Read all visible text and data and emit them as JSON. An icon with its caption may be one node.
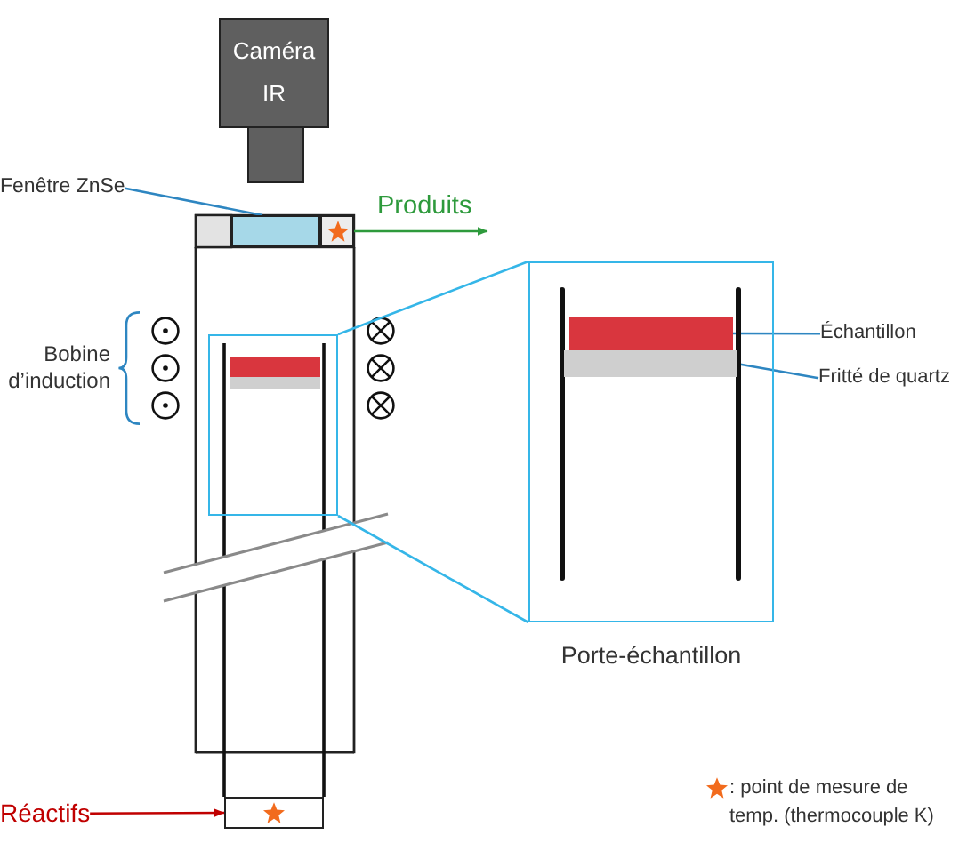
{
  "diagram": {
    "nodes": [
      {
        "text": [
          "Caméra IR"
        ]
      },
      {
        "text": [
          "Fenêtre ZnSe"
        ]
      },
      {
        "text": [],
        "shape": "box"
      },
      {
        "text": [],
        "shape": "box"
      },
      {
        "text": [],
        "shape": "box"
      },
      {
        "text": [
          "Porte-échantillon"
        ]
      },
      {
        "text": [],
        "shape": "bar",
        "in": 5
      },
      {
        "text": [
          "Échantillon"
        ]
      },
      {
        "text": [],
        "shape": "bar",
        "in": 5
      },
      {
        "text": [
          "Fritté de quartz"
        ]
      },
      {
        "text": [
          "Réactifs"
        ]
      },
      {
        "text": [],
        "shape": "box"
      }
    ],
    "edges": [
      {
        "from": 1,
        "to": 2,
        "arrow": "none"
      },
      {
        "from": 3,
        "to": null,
        "arrow": "to",
        "label": "Produits",
        "color": "#2e9a3c"
      },
      {
        "from": 4,
        "to": 5,
        "arrow": "none",
        "color": "#35b6e8"
      },
      {
        "from": 4,
        "to": 5,
        "arrow": "none",
        "color": "#35b6e8"
      },
      {
        "from": 7,
        "to": 6,
        "arrow": "none"
      },
      {
        "from": 9,
        "to": 8,
        "arrow": "none"
      },
      {
        "from": 10,
        "to": 11,
        "arrow": "to",
        "color": "#c00000"
      }
    ],
    "labels": [
      "Bobine d’induction"
    ],
    "legend": [
      {
        "text": ": point de mesure de temp. (thermocouple K)"
      }
    ]
  }
}
